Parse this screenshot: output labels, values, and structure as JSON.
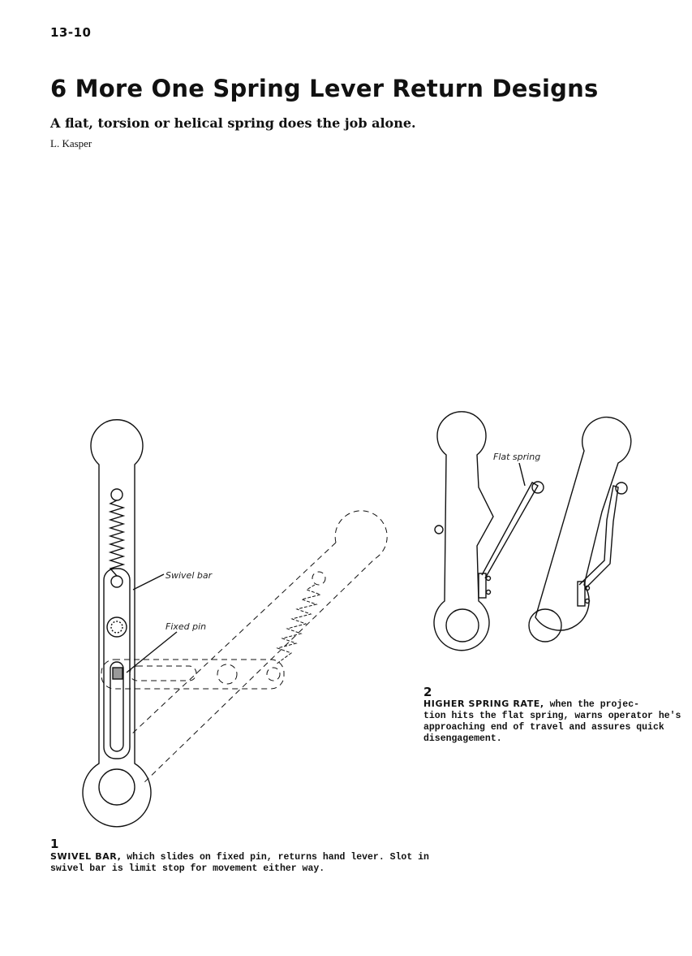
{
  "page_number": "13-10",
  "title": "6 More One Spring Lever Return Designs",
  "subtitle": "A flat, torsion or helical spring does the job alone.",
  "author": "L. Kasper",
  "figures": [
    {
      "number": "1",
      "caption_lead": "SWIVEL BAR,",
      "caption_line1": " which slides on fixed pin, returns hand lever. Slot in",
      "caption_line2": "swivel bar is limit stop for movement either way.",
      "labels": [
        "Swivel bar",
        "Fixed pin"
      ]
    },
    {
      "number": "2",
      "caption_lead": "HIGHER SPRING RATE,",
      "caption_line1": " when the projec-",
      "caption_line2": "tion hits the flat spring, warns operator he's",
      "caption_line3": "approaching end of travel and assures quick",
      "caption_line4": "disengagement.",
      "labels": [
        "Flat spring"
      ]
    }
  ]
}
